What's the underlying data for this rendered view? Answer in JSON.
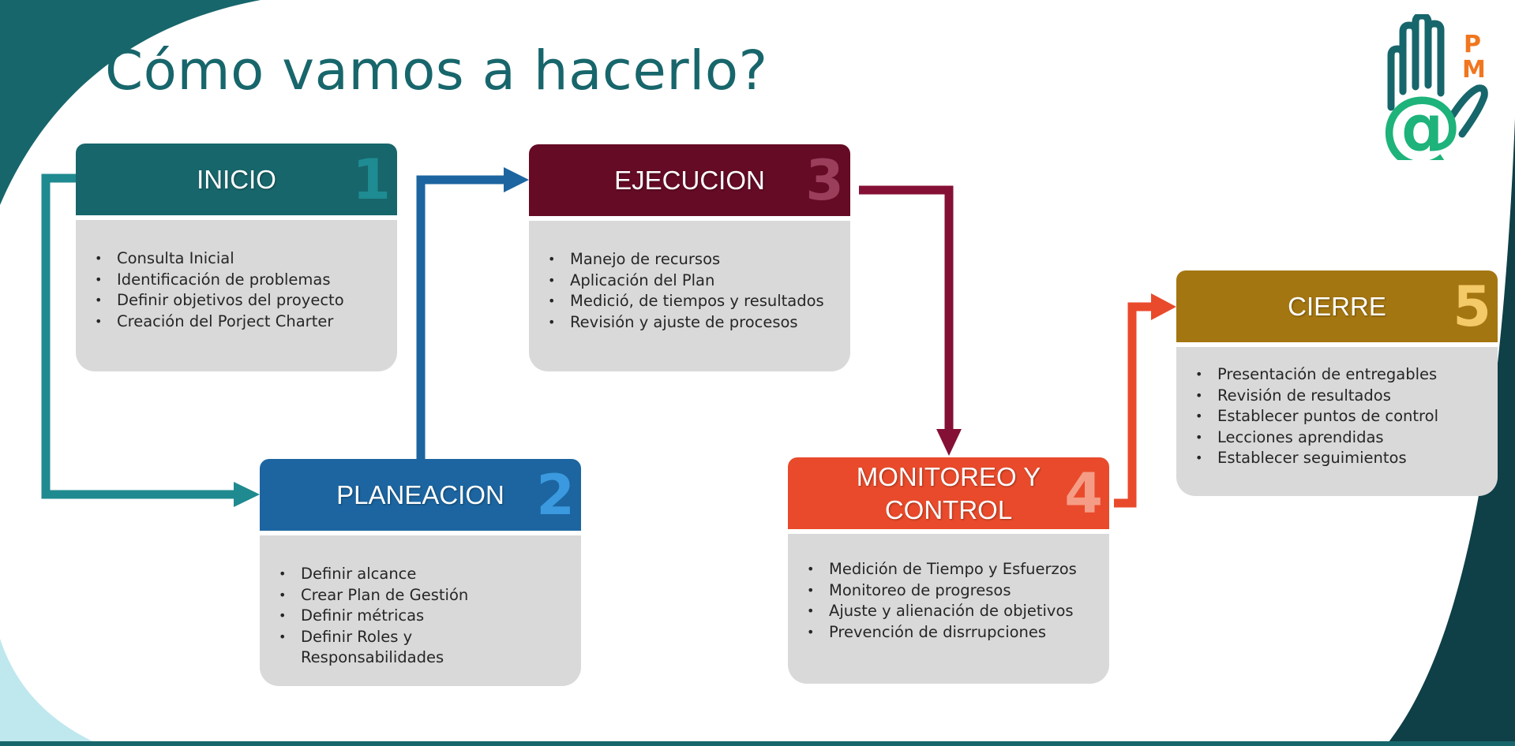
{
  "title": "Cómo vamos a hacerlo?",
  "logo": {
    "icon": "hand-at-pm-logo",
    "letters": "PM"
  },
  "colors": {
    "title": "#17666b",
    "step1": "#17666b",
    "step2": "#1c65a0",
    "step3": "#650b25",
    "step4": "#e94a2b",
    "step5": "#a47611",
    "box_body": "#d9d9d9"
  },
  "steps": [
    {
      "number": "1",
      "name": "INICIO",
      "items": [
        "Consulta Inicial",
        "Identificación de problemas",
        "Definir objetivos del proyecto",
        "Creación del Porject Charter"
      ]
    },
    {
      "number": "2",
      "name": "PLANEACION",
      "items": [
        "Definir alcance",
        "Crear Plan de Gestión",
        "Definir métricas",
        "Definir Roles y Responsabilidades"
      ]
    },
    {
      "number": "3",
      "name": "EJECUCION",
      "items": [
        "Manejo de recursos",
        "Aplicación del Plan",
        "Medició, de tiempos y resultados",
        "Revisión y ajuste de procesos"
      ]
    },
    {
      "number": "4",
      "name": "MONITOREO Y CONTROL",
      "items": [
        "Medición de Tiempo y Esfuerzos",
        "Monitoreo de progresos",
        "Ajuste y alienación de objetivos",
        "Prevención de disrrupciones"
      ]
    },
    {
      "number": "5",
      "name": "CIERRE",
      "items": [
        "Presentación de entregables",
        "Revisión de resultados",
        "Establecer puntos de control",
        "Lecciones aprendidas",
        "Establecer seguimientos"
      ]
    }
  ],
  "flow": [
    "1->2",
    "2->3",
    "3->4",
    "4->5"
  ]
}
